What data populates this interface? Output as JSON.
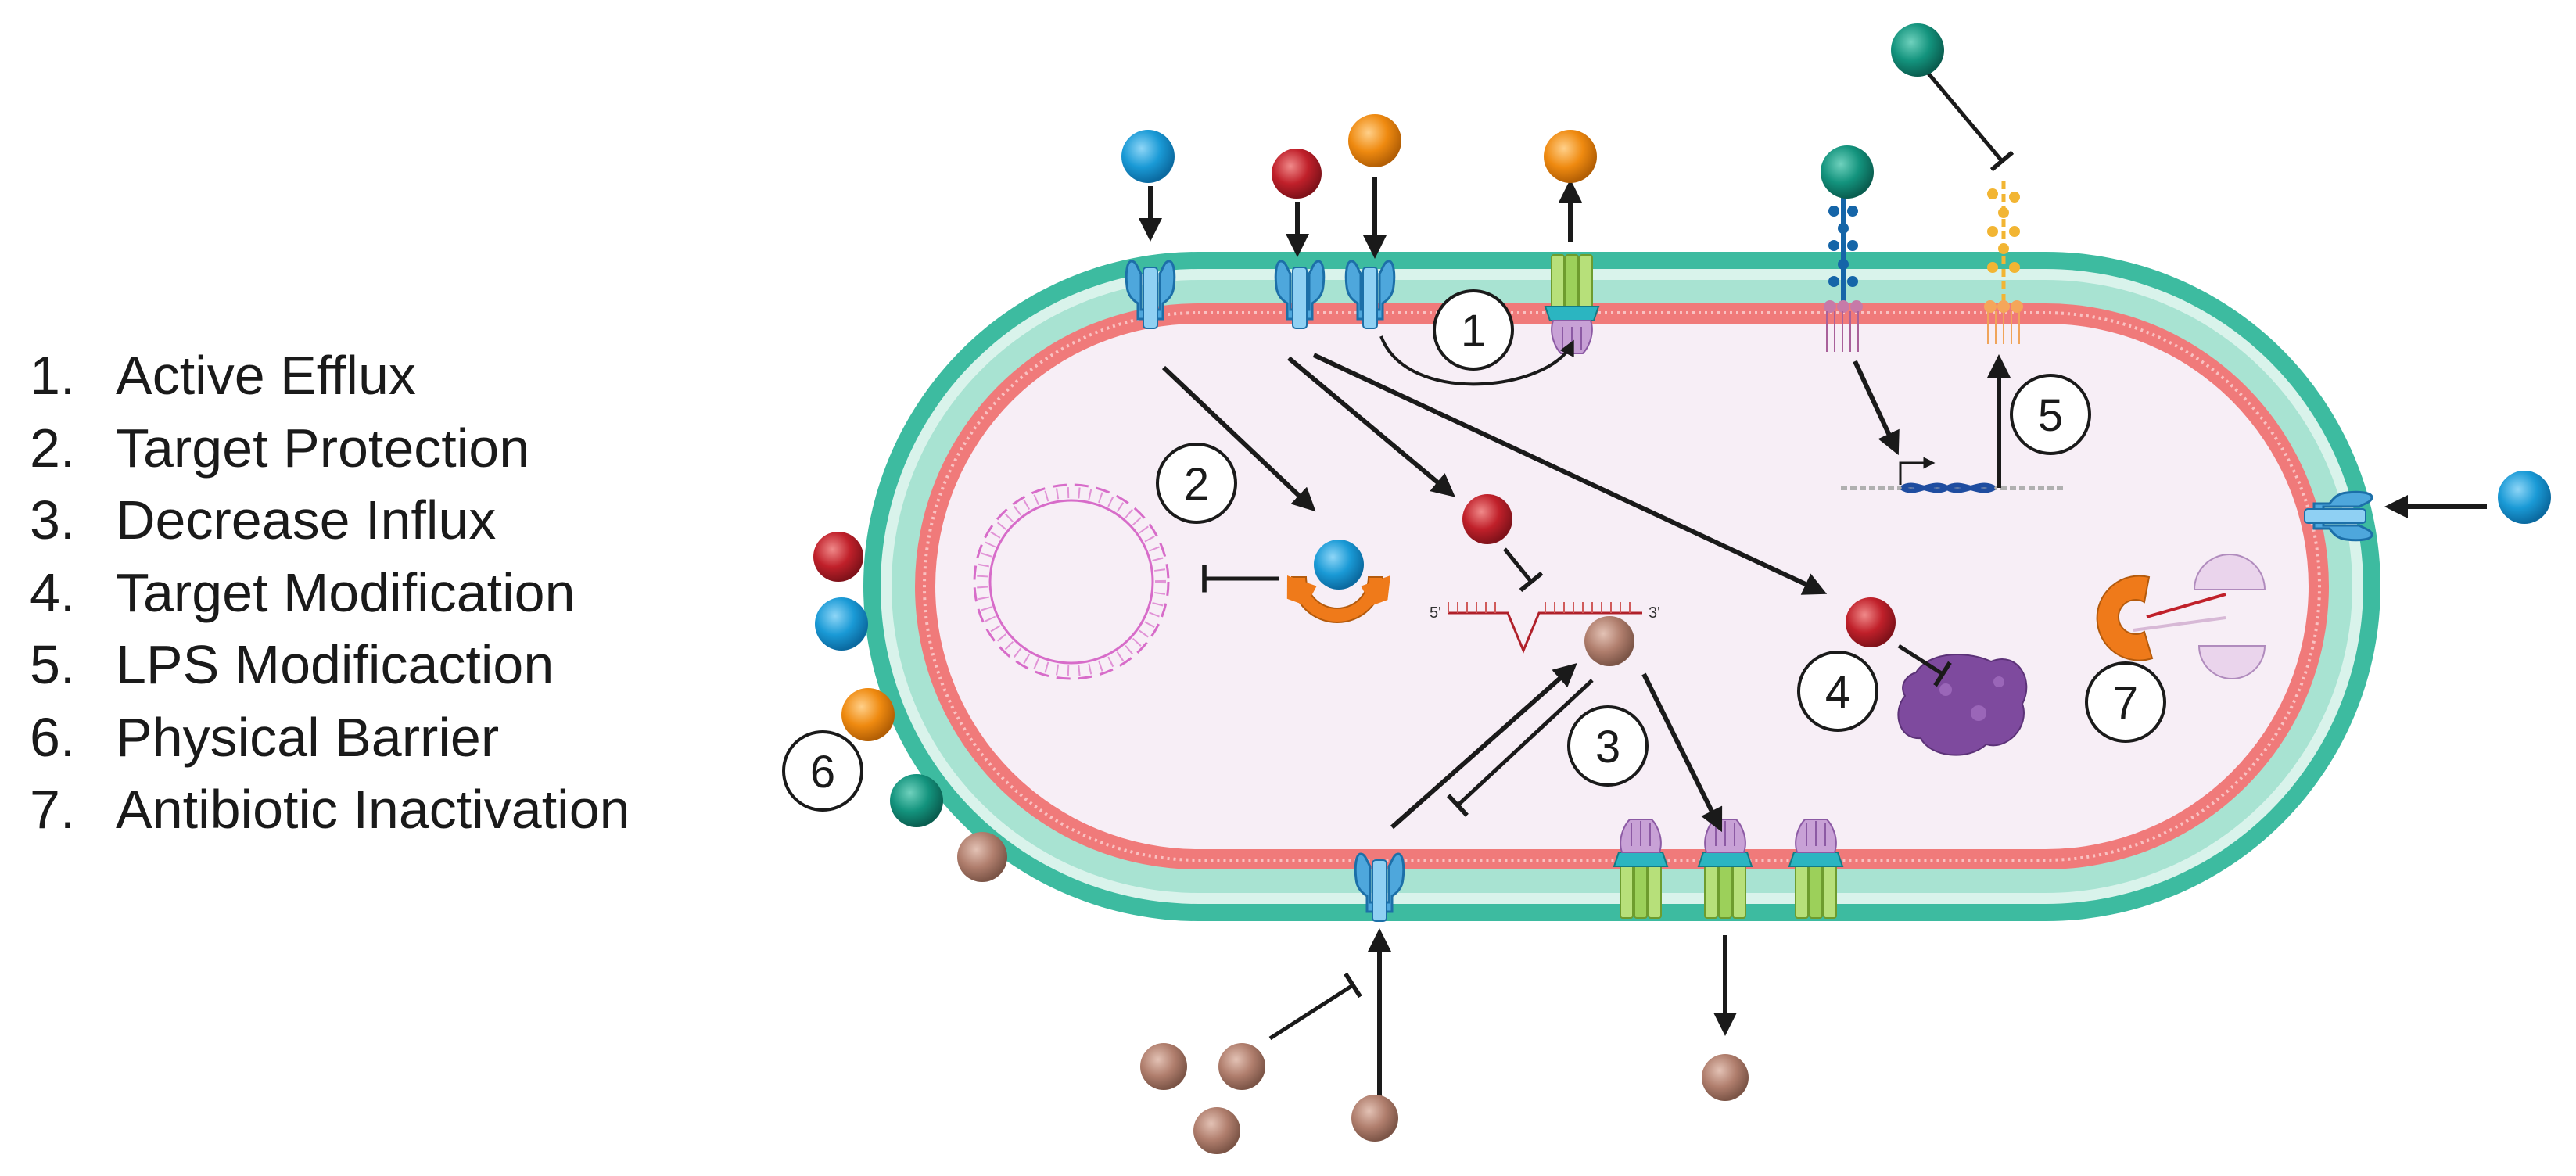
{
  "legend": [
    {
      "num": "1.",
      "label": "Active Efflux"
    },
    {
      "num": "2.",
      "label": "Target Protection"
    },
    {
      "num": "3.",
      "label": "Decrease Influx"
    },
    {
      "num": "4.",
      "label": "Target Modification"
    },
    {
      "num": "5.",
      "label": "LPS Modificaction"
    },
    {
      "num": "6.",
      "label": "Physical Barrier"
    },
    {
      "num": "7.",
      "label": "Antibiotic Inactivation"
    }
  ],
  "badges": {
    "b1": "1",
    "b2": "2",
    "b3": "3",
    "b4": "4",
    "b5": "5",
    "b6": "6",
    "b7": "7"
  },
  "dna": {
    "five_prime": "5'",
    "three_prime": "3'"
  },
  "colors": {
    "blue": "#1a9ad6",
    "red": "#c0202a",
    "orange": "#ef8a10",
    "teal": "#13937d",
    "tan": "#b07e6d",
    "outer_membrane": "#3dbba0",
    "periplasm": "#a8e3d2",
    "inner_membrane": "#f07a7a",
    "cytoplasm": "#f7eef6"
  }
}
